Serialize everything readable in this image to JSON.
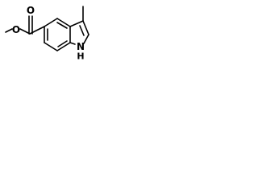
{
  "molecule": {
    "atoms": {
      "carbonyl_oxygen": "O",
      "ester_oxygen": "O",
      "nitrogen": "N",
      "nitrogen_hydrogen": "H"
    }
  }
}
